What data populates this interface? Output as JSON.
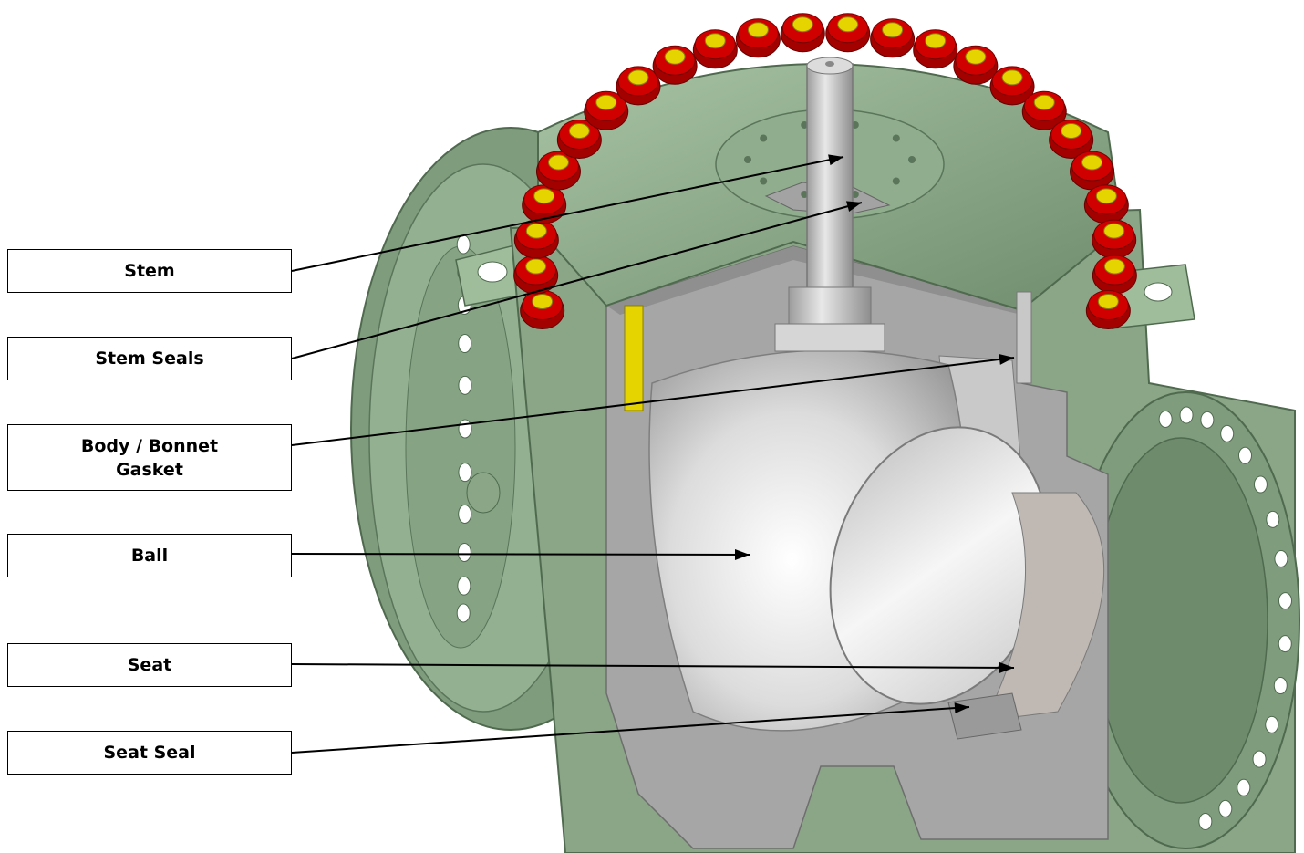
{
  "diagram": {
    "labels": [
      {
        "id": "stem",
        "text": "Stem"
      },
      {
        "id": "stem-seals",
        "text": "Stem Seals"
      },
      {
        "id": "body-bonnet-gasket",
        "text": "Body / Bonnet\nGasket"
      },
      {
        "id": "ball",
        "text": "Ball"
      },
      {
        "id": "seat",
        "text": "Seat"
      },
      {
        "id": "seat-seal",
        "text": "Seat Seal"
      }
    ],
    "colors": {
      "body_green": "#86a384",
      "body_green_light": "#9fbc9b",
      "body_green_dark": "#5f7a5e",
      "steel_cut": "#a9a9a9",
      "steel_light": "#e6e6e6",
      "bolt_red": "#c40000",
      "bolt_yellow": "#e6d400"
    }
  }
}
